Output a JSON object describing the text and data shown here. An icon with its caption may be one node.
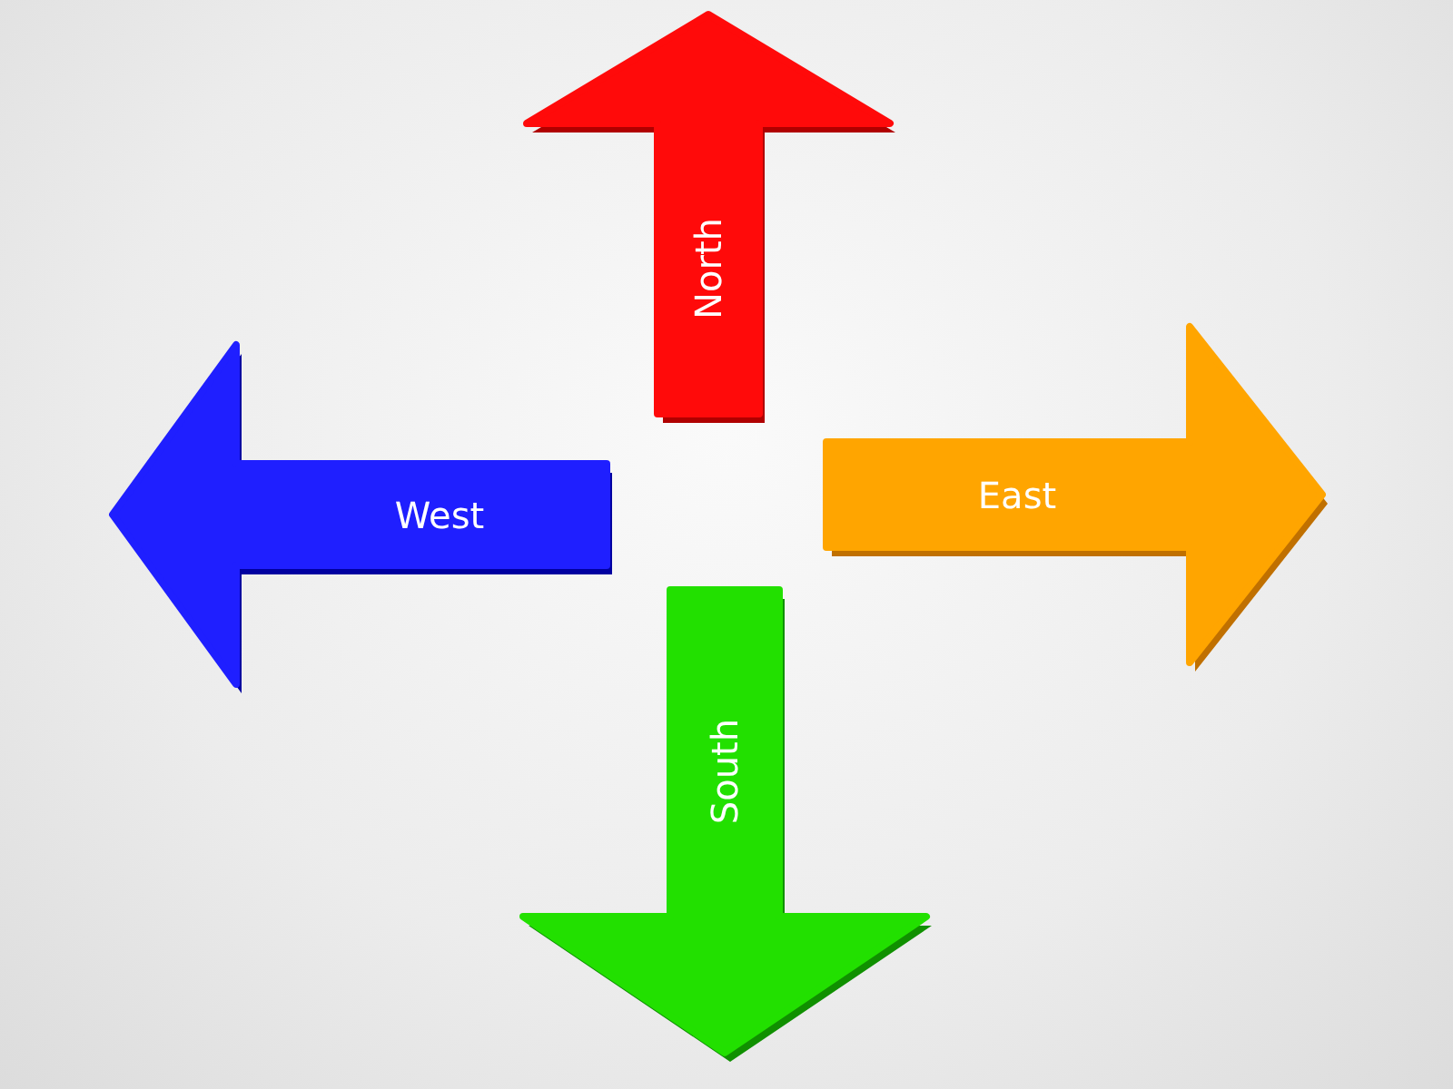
{
  "diagram": {
    "nodes": [
      {
        "text": [
          "North"
        ]
      },
      {
        "text": [
          "West"
        ]
      },
      {
        "text": [
          "East"
        ]
      },
      {
        "text": [
          "South"
        ]
      }
    ]
  }
}
